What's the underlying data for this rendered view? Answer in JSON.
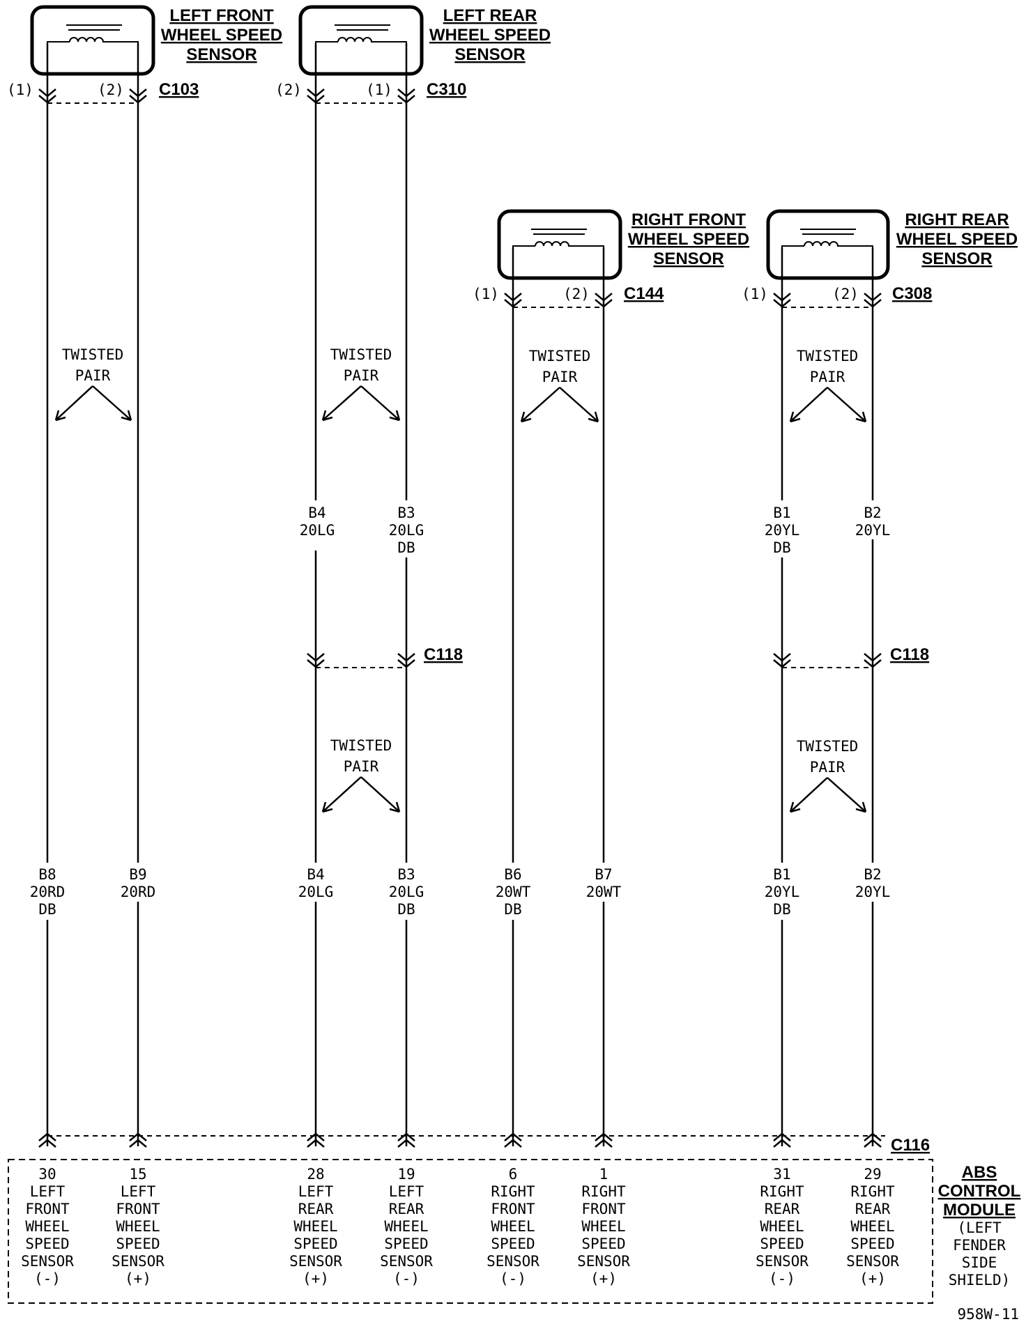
{
  "sensors": [
    {
      "title": [
        "LEFT FRONT",
        "WHEEL SPEED",
        "SENSOR"
      ],
      "connector": "C103",
      "pin_left": "(1)",
      "pin_right": "(2)"
    },
    {
      "title": [
        "LEFT REAR",
        "WHEEL SPEED",
        "SENSOR"
      ],
      "connector": "C310",
      "pin_left": "(2)",
      "pin_right": "(1)"
    },
    {
      "title": [
        "RIGHT FRONT",
        "WHEEL SPEED",
        "SENSOR"
      ],
      "connector": "C144",
      "pin_left": "(1)",
      "pin_right": "(2)"
    },
    {
      "title": [
        "RIGHT REAR",
        "WHEEL SPEED",
        "SENSOR"
      ],
      "connector": "C308",
      "pin_left": "(1)",
      "pin_right": "(2)"
    }
  ],
  "twisted_pair": [
    "TWISTED",
    "PAIR"
  ],
  "inline_connectors": [
    "C118",
    "C118"
  ],
  "upper_wire_labels": [
    [
      "B4",
      "20LG"
    ],
    [
      "B3",
      "20LG",
      "DB"
    ],
    [
      "B1",
      "20YL",
      "DB"
    ],
    [
      "B2",
      "20YL"
    ]
  ],
  "lower_wire_labels": [
    [
      "B8",
      "20RD",
      "DB"
    ],
    [
      "B9",
      "20RD"
    ],
    [
      "B4",
      "20LG"
    ],
    [
      "B3",
      "20LG",
      "DB"
    ],
    [
      "B6",
      "20WT",
      "DB"
    ],
    [
      "B7",
      "20WT"
    ],
    [
      "B1",
      "20YL",
      "DB"
    ],
    [
      "B2",
      "20YL"
    ]
  ],
  "module": {
    "connector": "C116",
    "title": [
      "ABS",
      "CONTROL",
      "MODULE"
    ],
    "location": [
      "(LEFT",
      "FENDER",
      "SIDE",
      "SHIELD)"
    ],
    "pins": [
      [
        "30",
        "LEFT",
        "FRONT",
        "WHEEL",
        "SPEED",
        "SENSOR",
        "(-)"
      ],
      [
        "15",
        "LEFT",
        "FRONT",
        "WHEEL",
        "SPEED",
        "SENSOR",
        "(+)"
      ],
      [
        "28",
        "LEFT",
        "REAR",
        "WHEEL",
        "SPEED",
        "SENSOR",
        "(+)"
      ],
      [
        "19",
        "LEFT",
        "REAR",
        "WHEEL",
        "SPEED",
        "SENSOR",
        "(-)"
      ],
      [
        "6",
        "RIGHT",
        "FRONT",
        "WHEEL",
        "SPEED",
        "SENSOR",
        "(-)"
      ],
      [
        "1",
        "RIGHT",
        "FRONT",
        "WHEEL",
        "SPEED",
        "SENSOR",
        "(+)"
      ],
      [
        "31",
        "RIGHT",
        "REAR",
        "WHEEL",
        "SPEED",
        "SENSOR",
        "(-)"
      ],
      [
        "29",
        "RIGHT",
        "REAR",
        "WHEEL",
        "SPEED",
        "SENSOR",
        "(+)"
      ]
    ]
  },
  "figure_id": "958W-11"
}
